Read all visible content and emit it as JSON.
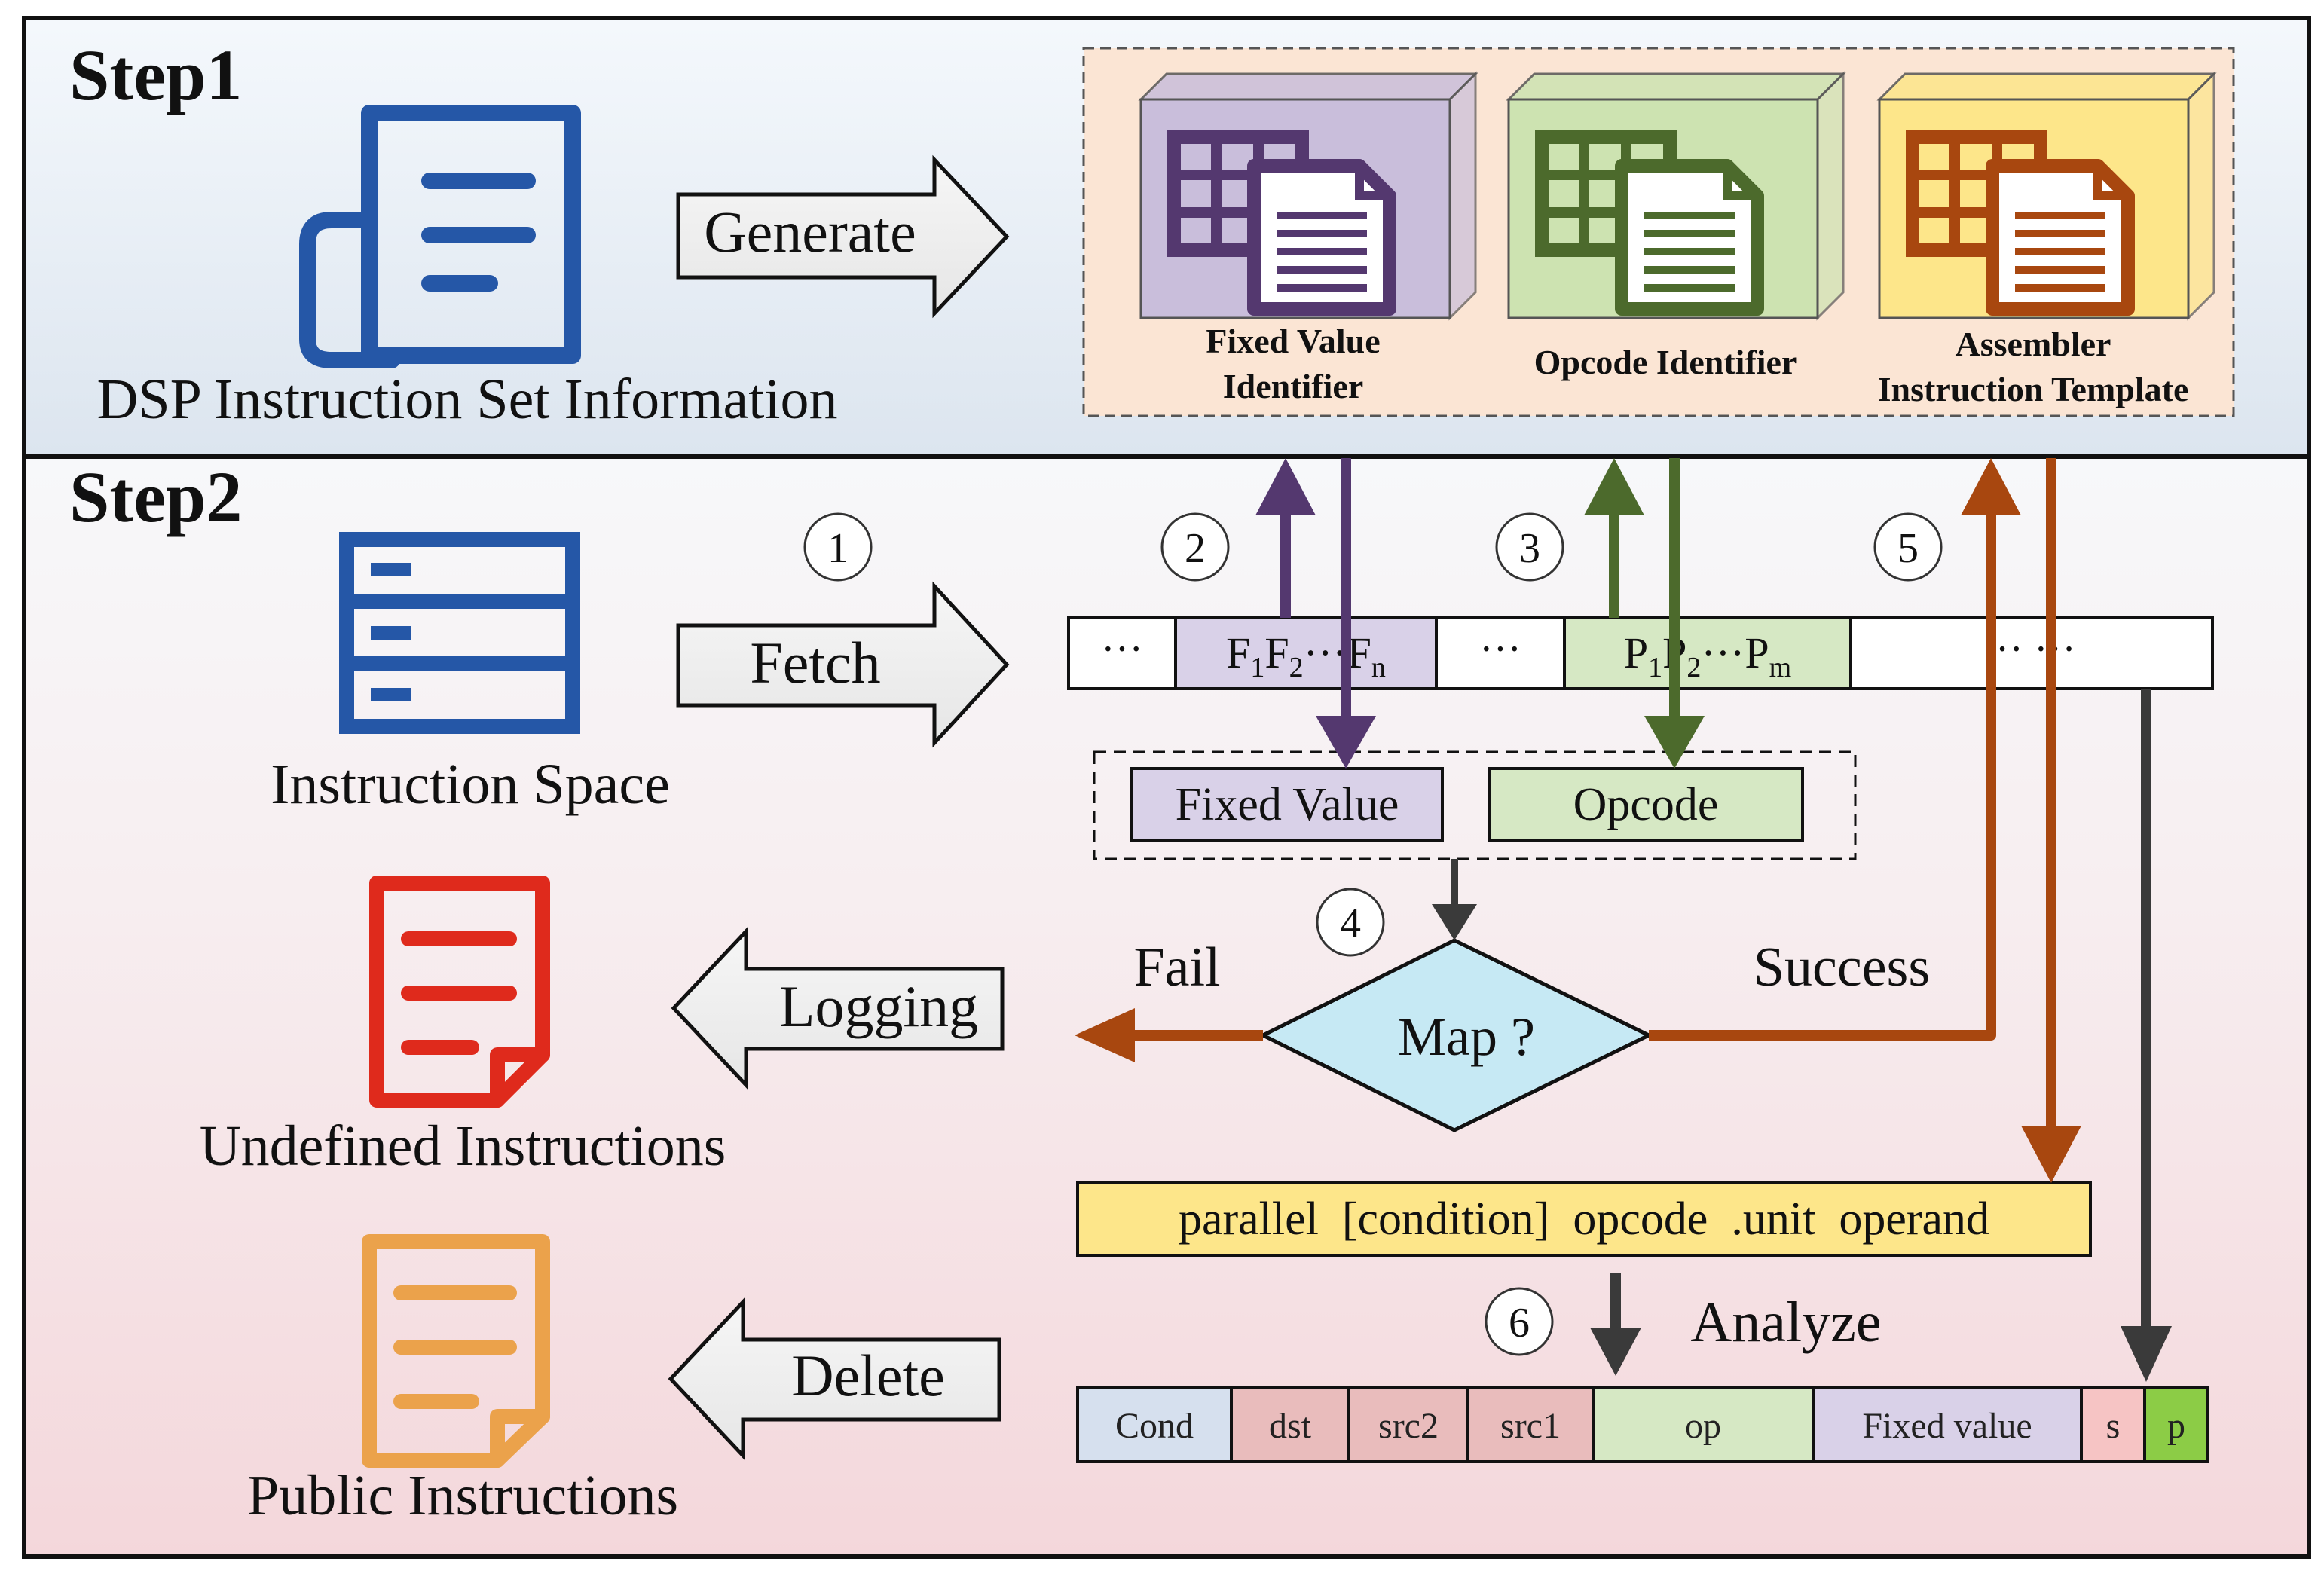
{
  "step1": {
    "title": "Step1",
    "source_label": "DSP Instruction Set Information",
    "generate_label": "Generate",
    "identifiers": [
      {
        "line1": "Fixed Value",
        "line2": "Identifier",
        "color": "#54386f",
        "fill": "#c9bedb"
      },
      {
        "line1": "Opcode Identifier",
        "line2": "",
        "color": "#4c6a2c",
        "fill": "#cde3b1"
      },
      {
        "line1": "Assembler",
        "line2": "Instruction Template",
        "color": "#a8470f",
        "fill": "#fde68a"
      }
    ]
  },
  "step2": {
    "title": "Step2",
    "instruction_space_label": "Instruction Space",
    "fetch_label": "Fetch",
    "logging_label": "Logging",
    "delete_label": "Delete",
    "undefined_label": "Undefined Instructions",
    "public_label": "Public Instructions",
    "step_numbers": [
      "1",
      "2",
      "3",
      "4",
      "5",
      "6"
    ],
    "bitstream": {
      "ellipsis": "···",
      "f_group": {
        "base": "F",
        "subs": [
          "1",
          "2",
          "n"
        ]
      },
      "p_group": {
        "base": "P",
        "subs": [
          "1",
          "2",
          "m"
        ]
      },
      "tail": "··· ···"
    },
    "fixed_value_label": "Fixed Value",
    "opcode_label": "Opcode",
    "map_label": "Map ?",
    "fail_label": "Fail",
    "success_label": "Success",
    "template_line": {
      "parallel": "parallel",
      "condition": "[condition]",
      "opcode": "opcode",
      "unit": ".unit",
      "operand": "operand"
    },
    "analyze_label": "Analyze",
    "fields": [
      {
        "label": "Cond",
        "color": "#d6e0ee"
      },
      {
        "label": "dst",
        "color": "#e9bcbc"
      },
      {
        "label": "src2",
        "color": "#e9bcbc"
      },
      {
        "label": "src1",
        "color": "#e9bcbc"
      },
      {
        "label": "op",
        "color": "#d6e8c4"
      },
      {
        "label": "Fixed value",
        "color": "#d9d1e8"
      },
      {
        "label": "s",
        "color": "#f6c4c4"
      },
      {
        "label": "p",
        "color": "#8ccc46"
      }
    ]
  },
  "colors": {
    "purple": "#54386f",
    "green": "#4c6a2c",
    "orange": "#a8470f",
    "blue": "#2557a7",
    "red": "#df2a1c",
    "yellow": "#eba24b",
    "dark": "#3a3a3a"
  }
}
